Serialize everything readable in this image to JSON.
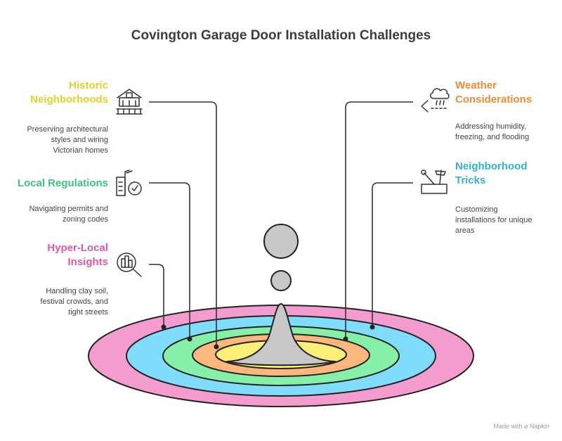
{
  "title": "Covington Garage Door Installation Challenges",
  "colors": {
    "yellow": "#e2d02c",
    "green": "#3dc483",
    "pink": "#e358a6",
    "orange": "#f08a34",
    "blue": "#2fb3d8",
    "ring_pink": "#f59ccf",
    "ring_blue": "#7fdcfb",
    "ring_green": "#86f0a8",
    "ring_orange": "#fbb77e",
    "ring_yellow": "#fbef7a",
    "center_gray": "#c8c8c8"
  },
  "sections": {
    "historic": {
      "title_lines": [
        "Historic",
        "Neighborhoods"
      ],
      "desc_lines": [
        "Preserving architectural",
        "styles and wiring",
        "Victorian homes"
      ],
      "icon": "historic-house-icon"
    },
    "regulations": {
      "title_lines": [
        "Local Regulations"
      ],
      "desc_lines": [
        "Navigating permits and",
        "zoning codes"
      ],
      "icon": "building-check-icon"
    },
    "hyperlocal": {
      "title_lines": [
        "Hyper-Local",
        "Insights"
      ],
      "desc_lines": [
        "Handling clay soil,",
        "festival crowds, and",
        "tight streets"
      ],
      "icon": "magnifier-city-icon"
    },
    "weather": {
      "title_lines": [
        "Weather",
        "Considerations"
      ],
      "desc_lines": [
        "Addressing humidity,",
        "freezing, and flooding"
      ],
      "icon": "rain-cloud-icon"
    },
    "tricks": {
      "title_lines": [
        "Neighborhood",
        "Tricks"
      ],
      "desc_lines": [
        "Customizing",
        "installations for unique",
        "areas"
      ],
      "icon": "toolbox-icon"
    }
  },
  "footer": "Made with  ⌀ Napkin"
}
